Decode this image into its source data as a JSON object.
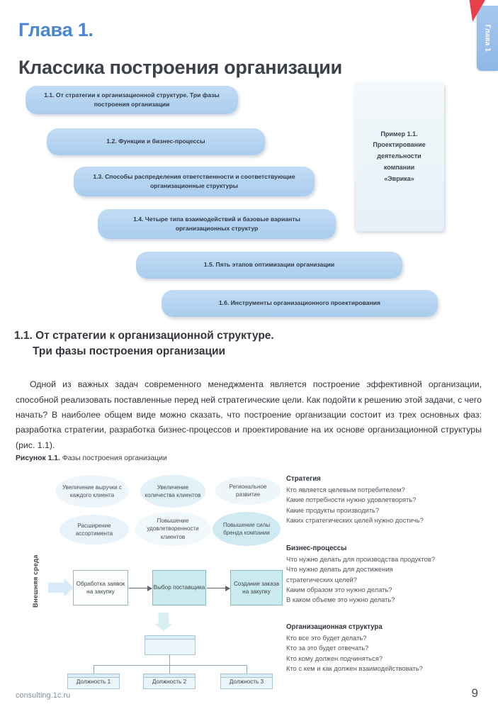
{
  "chapter_tab": {
    "label": "Глава 1"
  },
  "heading": {
    "kicker": "Глава 1.",
    "title": "Классика построения организации"
  },
  "toc": {
    "items": [
      {
        "label": "1.1. От стратегии к организационной структуре.\nТри фазы построения организации"
      },
      {
        "label": "1.2. Функции и бизнес-процессы"
      },
      {
        "label": "1.3. Способы распределения ответственности\nи соответствующие организационные структуры"
      },
      {
        "label": "1.4. Четыре типа взаимодействий и базовые варианты\nорганизационных структур"
      },
      {
        "label": "1.5. Пять этапов оптимизации организации"
      },
      {
        "label": "1.6. Инструменты организационного проектирования"
      }
    ]
  },
  "example_card": {
    "text": "Пример 1.1.\nПроектирование\nдеятельности\nкомпании\n«Эврика»"
  },
  "section": {
    "line1": "1.1. От стратегии к организационной структуре.",
    "line2": "Три фазы построения организации"
  },
  "body": {
    "paragraph": "Одной из важных задач современного менеджмента является построение эффективной организации, способной реализовать поставленные перед ней стратегические цели. Как подойти к решению этой задачи, с чего начать? В наиболее общем виде можно сказать, что построение организации состоит из трех основных фаз: разработка стратегии, разработка бизнес-процессов и проектирование на их основе организационной структуры (рис. 1.1)."
  },
  "figure": {
    "caption_label": "Рисунок 1.1.",
    "caption_text": " Фазы построения организации",
    "env_label": "Внешняя среда",
    "goals": [
      {
        "label": "Увеличение\nвыручки с каждого\nклиента"
      },
      {
        "label": "Увеличение\nколичества\nклиентов"
      },
      {
        "label": "Региональное\nразвитие"
      },
      {
        "label": "Расширение\nассортимента"
      },
      {
        "label": "Повышение\nудовлетворенности\nклиентов"
      },
      {
        "label": "Повышение\nсилы бренда\nкомпании"
      }
    ],
    "process": [
      {
        "label": "Обработка\nзаявок\nна закупку"
      },
      {
        "label": "Выбор\nпоставщика"
      },
      {
        "label": "Создание\nзаказа\nна закупку"
      }
    ],
    "org": {
      "root": "",
      "children": [
        "Должность 1",
        "Должность 2",
        "Должность 3"
      ]
    }
  },
  "phases": [
    {
      "title": "Стратегия",
      "questions": "Кто является целевым потребителем?\nКакие потребности нужно удовлетворять?\nКакие продукты производить?\nКаких стратегических целей нужно достичь?"
    },
    {
      "title": "Бизнес-процессы",
      "questions": "Что нужно делать для производства продуктов?\nЧто нужно делать для достижения\nстратегических целей?\nКаким образом это нужно делать?\nВ каком объеме это нужно делать?"
    },
    {
      "title": "Организационная структура",
      "questions": "Кто все это будет делать?\nКто за это будет отвечать?\nКто кому должен подчиняться?\nКто с кем и как должен взаимодействовать?"
    }
  ],
  "footer": {
    "url": "consulting.1c.ru",
    "page": "9"
  }
}
